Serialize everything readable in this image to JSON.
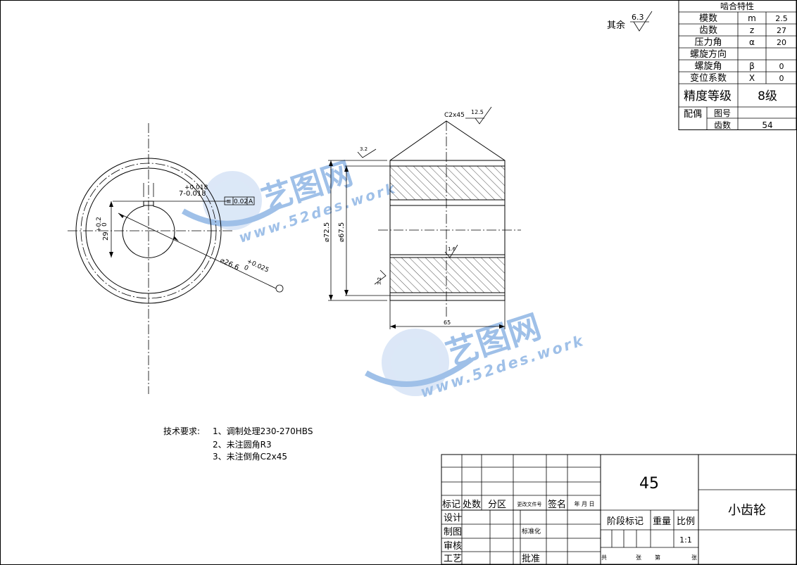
{
  "title_block": {
    "material": "45",
    "part_name": "小齿轮",
    "rev_headers": [
      "标记",
      "处数",
      "分区",
      "更改文件号",
      "签名",
      "年 月 日"
    ],
    "row_labels": [
      "设计",
      "制图",
      "审核",
      "工艺"
    ],
    "standardize": "标准化",
    "approve": "批准",
    "stage_mark": "阶段标记",
    "weight": "重量",
    "scale_label": "比例",
    "scale_value": "1:1",
    "sheet_total": "共",
    "sheet_unit1": "张",
    "sheet_of": "第",
    "sheet_unit2": "张"
  },
  "gear_params": {
    "header": "啮合特性",
    "rows": [
      {
        "name": "模数",
        "symbol": "m",
        "value": "2.5"
      },
      {
        "name": "齿数",
        "symbol": "z",
        "value": "27"
      },
      {
        "name": "压力角",
        "symbol": "α",
        "value": "20"
      },
      {
        "name": "螺旋方向",
        "symbol": "",
        "value": ""
      },
      {
        "name": "螺旋角",
        "symbol": "β",
        "value": "0"
      },
      {
        "name": "变位系数",
        "symbol": "X",
        "value": "0"
      }
    ],
    "accuracy_label": "精度等级",
    "accuracy_value": "8级",
    "mating_label": "配偶",
    "drawing_no_label": "图号",
    "teeth_label": "齿数",
    "teeth_value": "54"
  },
  "surface_default": {
    "prefix": "其余",
    "value": "6.3"
  },
  "annotations": {
    "key_width_tol_upper": "+0.018",
    "key_width": "7-0.018",
    "symmetry_symbol": "≡",
    "symmetry_value": "0.02",
    "datum": "A",
    "keyway_depth": "29",
    "keyway_depth_tol_upper": "+0.2",
    "keyway_depth_tol_lower": "0",
    "bore_dia": "⌀26.6",
    "bore_tol_upper": "+0.025",
    "bore_tol_lower": "0",
    "chamfer": "C2x45",
    "roughness_top": "12.5",
    "roughness_face": "3.2",
    "roughness_bore": "1.6",
    "roughness_side": "3.2",
    "dia_outer": "⌀72.5",
    "dia_root": "⌀67.5",
    "width": "65"
  },
  "tech_requirements": {
    "heading": "技术要求:",
    "items": [
      "1、调制处理230-270HBS",
      "2、未注圆角R3",
      "3、未注倒角C2x45"
    ]
  },
  "watermark": {
    "brand": "艺图网",
    "url": "www.52des.work"
  }
}
